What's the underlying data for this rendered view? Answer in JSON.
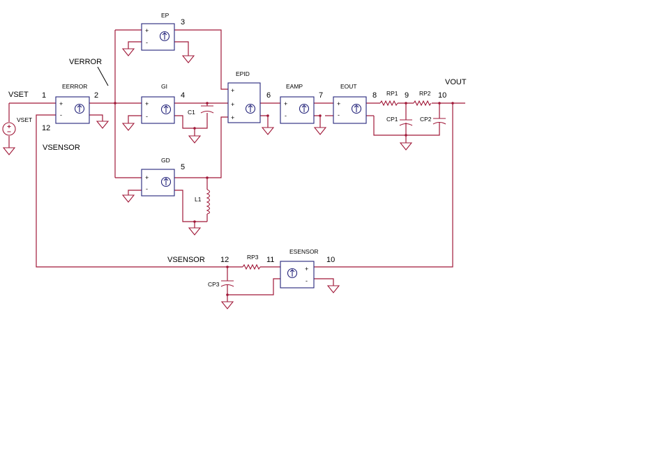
{
  "colors": {
    "wire": "#a01838",
    "block": "#23237a",
    "text": "#000000",
    "background": "#ffffff"
  },
  "blocks": {
    "eerror": {
      "name": "EERROR",
      "pin_plus": "+",
      "pin_minus": "-"
    },
    "ep": {
      "name": "EP",
      "pin_plus": "+",
      "pin_minus": "-"
    },
    "gi": {
      "name": "GI",
      "pin_plus": "+",
      "pin_minus": "-"
    },
    "gd": {
      "name": "GD",
      "pin_plus": "+",
      "pin_minus": "-"
    },
    "epid": {
      "name": "EPID",
      "pin_plus1": "+",
      "pin_plus2": "+",
      "pin_plus3": "+"
    },
    "eamp": {
      "name": "EAMP",
      "pin_plus": "+",
      "pin_minus": "-"
    },
    "eout": {
      "name": "EOUT",
      "pin_plus": "+",
      "pin_minus": "-"
    },
    "esensor": {
      "name": "ESENSOR",
      "pin_plus": "+",
      "pin_minus": "-"
    }
  },
  "components": {
    "c1": "C1",
    "l1": "L1",
    "rp1": "RP1",
    "rp2": "RP2",
    "cp1": "CP1",
    "cp2": "CP2",
    "rp3": "RP3",
    "cp3": "CP3"
  },
  "source": {
    "name": "VSET"
  },
  "nets": {
    "vset": "VSET",
    "verror": "VERROR",
    "vout": "VOUT",
    "vsensor_left": "VSENSOR",
    "vsensor_bottom": "VSENSOR"
  },
  "nodes": {
    "n1": "1",
    "n2": "2",
    "n3": "3",
    "n4": "4",
    "n5": "5",
    "n6": "6",
    "n7": "7",
    "n8": "8",
    "n9": "9",
    "n10": "10",
    "n10b": "10",
    "n11": "11",
    "n12": "12",
    "n12b": "12"
  },
  "icons": {
    "controlled_source": "circle-with-arrow",
    "ground": "triangle-ground"
  }
}
